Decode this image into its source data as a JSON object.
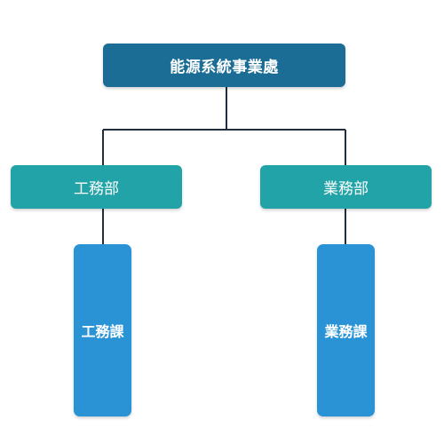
{
  "colors": {
    "root_fill": "#1b6d96",
    "department_fill": "#21a3a7",
    "section_fill": "#2a93d5",
    "connector": "#1f2f3f"
  },
  "org_chart": {
    "root": {
      "label": "能源系統事業處"
    },
    "departments": [
      {
        "label": "工務部",
        "sections": [
          {
            "label": "工務課"
          }
        ]
      },
      {
        "label": "業務部",
        "sections": [
          {
            "label": "業務課"
          }
        ]
      }
    ]
  }
}
